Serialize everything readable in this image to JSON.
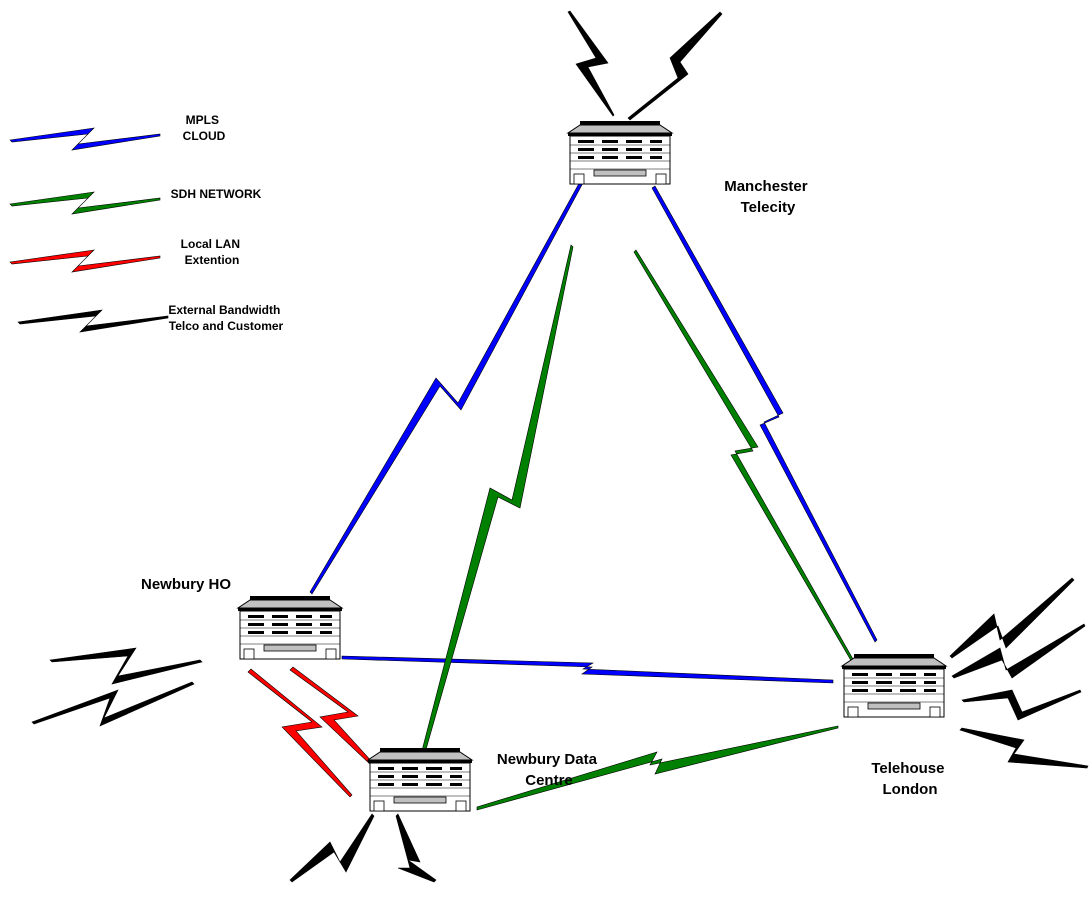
{
  "legend": {
    "items": [
      {
        "lines": [
          "MPLS",
          "CLOUD"
        ],
        "color": "#0000ff"
      },
      {
        "lines": [
          "SDH NETWORK"
        ],
        "color": "#008000"
      },
      {
        "lines": [
          "Local LAN",
          "Extention"
        ],
        "color": "#ff0000"
      },
      {
        "lines": [
          "External Bandwidth",
          "Telco and Customer"
        ],
        "color": "#000000"
      }
    ]
  },
  "sites": {
    "manchester": {
      "lines": [
        "Manchester",
        "Telecity"
      ]
    },
    "newbury_ho": {
      "lines": [
        "Newbury HO"
      ]
    },
    "newbury_dc": {
      "lines": [
        "Newbury Data",
        "Centre"
      ]
    },
    "telehouse": {
      "lines": [
        "Telehouse",
        "London"
      ]
    }
  },
  "links": [
    {
      "name": "link-mpls-ho-manchester",
      "type": "mpls"
    },
    {
      "name": "link-mpls-manchester-telehouse",
      "type": "mpls"
    },
    {
      "name": "link-mpls-ho-telehouse",
      "type": "mpls"
    },
    {
      "name": "link-sdh-dc-manchester",
      "type": "sdh"
    },
    {
      "name": "link-sdh-manchester-telehouse",
      "type": "sdh"
    },
    {
      "name": "link-sdh-dc-telehouse",
      "type": "sdh"
    },
    {
      "name": "link-lan-ho-dc-1",
      "type": "lan"
    },
    {
      "name": "link-lan-ho-dc-2",
      "type": "lan"
    }
  ],
  "colors": {
    "mpls": "#0000ff",
    "sdh": "#008000",
    "lan": "#ff0000",
    "external": "#000000",
    "building_fill": "#ffffff",
    "building_roof": "#c0c0c0",
    "building_stroke": "#000000"
  }
}
